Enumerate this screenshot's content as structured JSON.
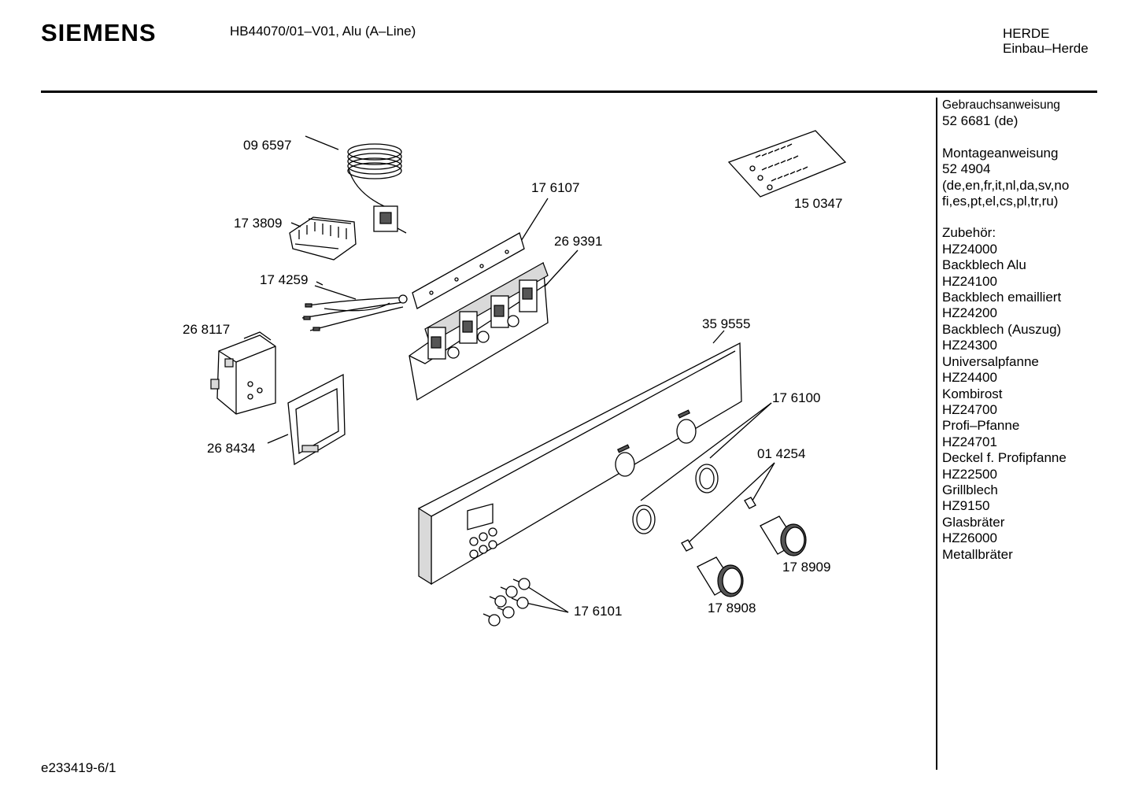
{
  "header": {
    "brand": "SIEMENS",
    "model": "HB44070/01–V01, Alu (A–Line)",
    "category": "HERDE",
    "subcategory": "Einbau–Herde"
  },
  "sidebar": {
    "manual_label": "Gebrauchsanweisung",
    "manual_number": "52 6681 (de)",
    "assembly_label": "Montageanweisung",
    "assembly_number": "52 4904",
    "assembly_langs_1": "(de,en,fr,it,nl,da,sv,no",
    "assembly_langs_2": "fi,es,pt,el,cs,pl,tr,ru)",
    "accessories_label": "Zubehör:",
    "accessories": [
      {
        "code": "HZ24000",
        "name": "Backblech Alu"
      },
      {
        "code": "HZ24100",
        "name": "Backblech emailliert"
      },
      {
        "code": "HZ24200",
        "name": "Backblech (Auszug)"
      },
      {
        "code": "HZ24300",
        "name": "Universalpfanne"
      },
      {
        "code": "HZ24400",
        "name": "Kombirost"
      },
      {
        "code": "HZ24700",
        "name": "Profi–Pfanne"
      },
      {
        "code": "HZ24701",
        "name": "Deckel f. Profipfanne"
      },
      {
        "code": "HZ22500",
        "name": "Grillblech"
      },
      {
        "code": "HZ9150",
        "name": "Glasbräter"
      },
      {
        "code": "HZ26000",
        "name": "Metallbräter"
      }
    ]
  },
  "parts": {
    "p096597": "09 6597",
    "p173809": "17 3809",
    "p174259": "17 4259",
    "p268117": "26 8117",
    "p268434": "26 8434",
    "p176107": "17 6107",
    "p269391": "26 9391",
    "p150347": "15 0347",
    "p359555": "35 9555",
    "p176100": "17 6100",
    "p014254": "01 4254",
    "p178909": "17 8909",
    "p178908": "17 8908",
    "p176101": "17 6101"
  },
  "footer": {
    "drawing_id": "e233419-6/1"
  }
}
